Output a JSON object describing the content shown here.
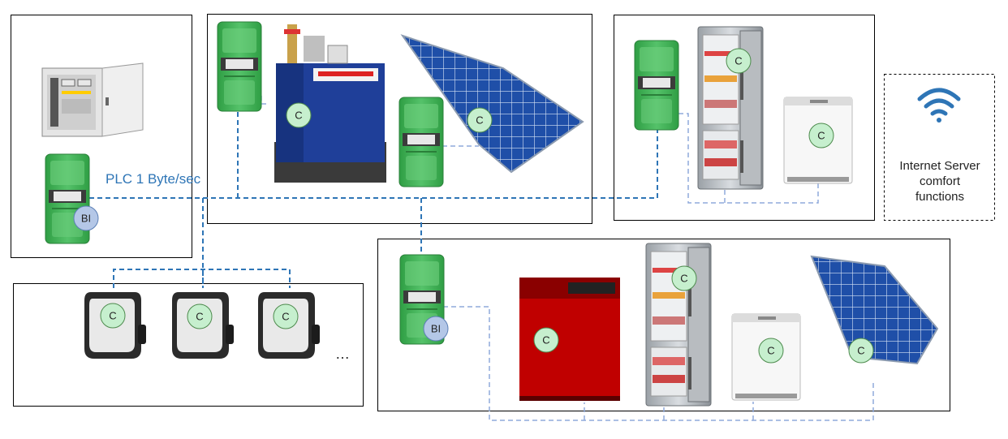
{
  "plc_label": "PLC 1 Byte/sec",
  "server_label_lines": [
    "Internet Server",
    "comfort",
    "functions"
  ],
  "ellipsis": "…",
  "badges": {
    "client": "C",
    "bridge": "BI"
  },
  "colors": {
    "bus_line": "#2e75b6",
    "local_line": "#8faadc",
    "client_badge_fill": "#c6efce",
    "bridge_badge_fill": "#b4c7e7",
    "meter_green": "#3cb44b",
    "solar_blue": "#1f4fa8",
    "boiler_blue": "#1f3f99",
    "heater_red": "#c00000"
  },
  "icons": [
    "control-cabinet-icon",
    "smart-meter-icon",
    "heating-boiler-icon",
    "solar-panel-icon",
    "refrigerator-icon",
    "dishwasher-icon",
    "wallbox-charger-icon",
    "red-heater-icon",
    "wifi-icon"
  ]
}
